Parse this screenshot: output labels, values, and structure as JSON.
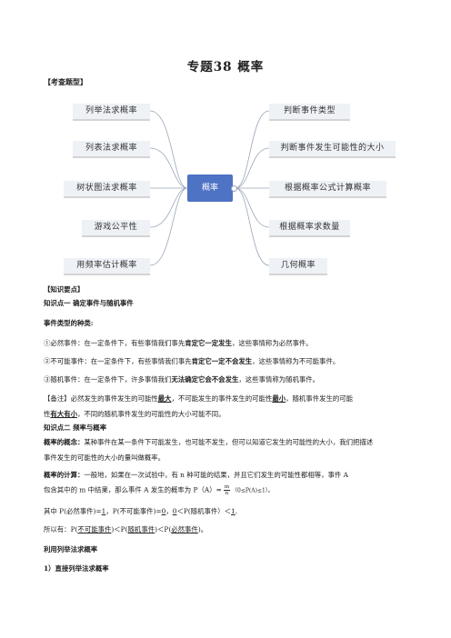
{
  "title": "专题38  概率",
  "section_types": "【考查题型】",
  "mindmap": {
    "center": "概率",
    "left": [
      "列举法求概率",
      "列表法求概率",
      "树状图法求概率",
      "游戏公平性",
      "用频率估计概率"
    ],
    "right": [
      "判断事件类型",
      "判断事件发生可能性的大小",
      "根据概率公式计算概率",
      "根据概率求数量",
      "几何概率"
    ]
  },
  "section_knowledge": "【知识要点】",
  "kp1": "知识点一  确定事件与随机事件",
  "types_heading": "事件类型的种类:",
  "e1": {
    "a": "①必然事件：在一定条件下，有些事情我们事先",
    "b": "肯定它一定发生",
    "c": "，这些事情称为必然事件。"
  },
  "e2": {
    "a": "②不可能事件：在一定条件下，有些事情我们事先",
    "b": "肯定它一定不会发生",
    "c": "，这些事情称为不可能事件。"
  },
  "e3": {
    "a": "③随机事件：在一定条件下，许多事情我们",
    "b": "无法确定它会不会发生",
    "c": "，这些事情称为随机事件。"
  },
  "note": {
    "a": "【备注】必然发生的事件发生的可能性",
    "b": "最大",
    "c": "，不可能发生的事件发生的可能性",
    "d": "最小",
    "e": "，随机事件发生的可能",
    "f": "性",
    "g": "有大有小",
    "h": "，不同的随机事件发生的可能性的大小可能不同。"
  },
  "kp2": "知识点二    频率与概率",
  "concept": {
    "label": "概率的概念：",
    "line1": "某种事件在某一条件下可能发生，也可能不发生，但可以知道它发生的可能性的大小，我们把描述",
    "line2": "事件发生的可能性的大小的量叫做概率。"
  },
  "calc": {
    "label": "概率的计算：",
    "line1": "一般地，如果在一次试验中，有 n 种可能的结果，并且它们发生的可能性都相等，事件 A",
    "line2a": "包含其中的 m 中结果，那么事件 A 发生的概率为 P（A）=",
    "num": "m",
    "den": "n",
    "range": "（0≤P(A)≤1）。"
  },
  "values": {
    "a": "其中 P(必然事件)=",
    "b": "1",
    "c": "，P(不可能事件)=",
    "d": "0",
    "e": "，",
    "f": "0",
    "g": "＜P(随机事件）＜",
    "h": "1",
    "i": "."
  },
  "order": {
    "a": "所以有：P(",
    "b": "不可能事件",
    "c": ")＜P(",
    "d": "随机事件",
    "e": ")＜P(",
    "f": "必然事件",
    "g": ")。"
  },
  "method_heading": "利用列举法求概率",
  "sub1": "1）直接列举法求概率"
}
